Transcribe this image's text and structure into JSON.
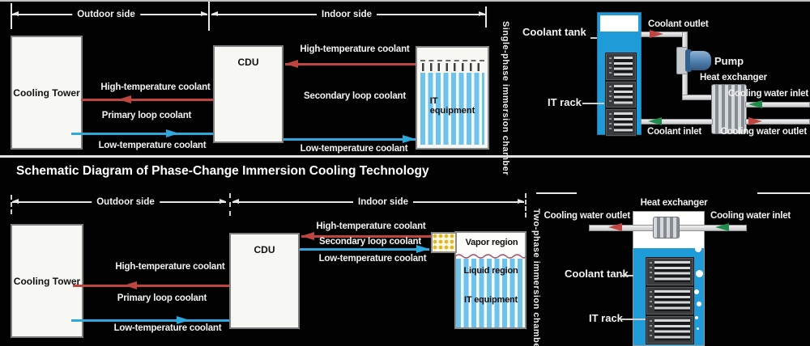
{
  "colors": {
    "hot": "#bf4540",
    "cold": "#2ea7dc",
    "green": "#1f8b4d",
    "tank-blue": "#1f9cd8",
    "stripe": "#6fc2ea",
    "pump": "#4f7fae",
    "wave": "#a05468",
    "vapor-dot": "#e0b52e"
  },
  "heading": "Schematic Diagram of Phase-Change Immersion Cooling Technology",
  "single_phase": {
    "outdoor_side": "Outdoor side",
    "indoor_side": "Indoor side",
    "cooling_tower": "Cooling Tower",
    "primary_high_temp": "High-temperature coolant",
    "primary_loop": "Primary loop coolant",
    "primary_low_temp": "Low-temperature coolant",
    "cdu": "CDU",
    "secondary_high_temp": "High-temperature coolant",
    "secondary_loop": "Secondary loop coolant",
    "secondary_low_temp": "Low-temperature coolant",
    "it_equipment": "IT equipment",
    "chamber": "Single-phase immersion chamber",
    "coolant_tank": "Coolant tank",
    "coolant_outlet": "Coolant outlet",
    "pump": "Pump",
    "heat_exchanger": "Heat exchanger",
    "cooling_water_inlet": "Cooling water inlet",
    "cooling_water_outlet": "Cooling water outlet",
    "coolant_inlet": "Coolant inlet",
    "it_rack": "IT rack"
  },
  "two_phase": {
    "outdoor_side": "Outdoor side",
    "indoor_side": "Indoor side",
    "cooling_tower": "Cooling Tower",
    "primary_high_temp": "High-temperature coolant",
    "primary_loop": "Primary loop coolant",
    "primary_low_temp": "Low-temperature coolant",
    "cdu": "CDU",
    "secondary_high_temp": "High-temperature coolant",
    "secondary_loop": "Secondary loop coolant",
    "secondary_low_temp": "Low-temperature coolant",
    "vapor_region": "Vapor region",
    "liquid_region": "Liquid region",
    "it_equipment": "IT equipment",
    "chamber": "Two-phase immersion chamber",
    "heat_exchanger": "Heat exchanger",
    "cooling_water_outlet": "Cooling water outlet",
    "cooling_water_inlet": "Cooling water inlet",
    "coolant_tank": "Coolant tank",
    "it_rack": "IT rack"
  }
}
